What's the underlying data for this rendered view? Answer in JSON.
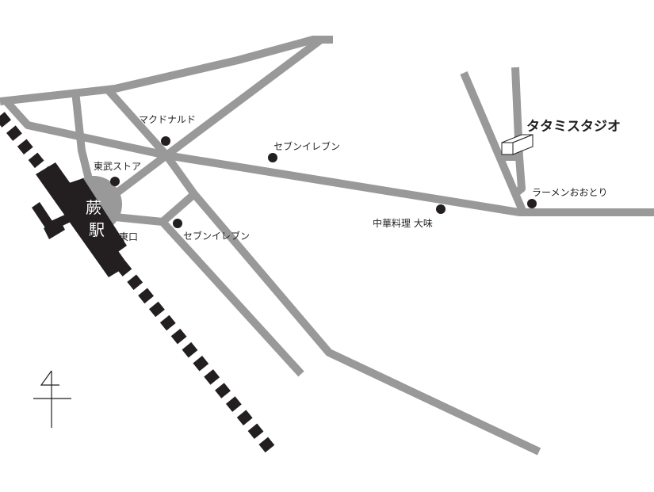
{
  "colors": {
    "road": "#999999",
    "rail": "#231f20",
    "station": "#231f20",
    "plaza": "#999999",
    "marker": "#231f20"
  },
  "station": {
    "char1": "蕨",
    "char2": "駅",
    "exit": "東口"
  },
  "destination": "タタミスタジオ",
  "landmarks": [
    {
      "name": "マクドナルド",
      "icon": "dot-marker"
    },
    {
      "name": "東武ストア",
      "icon": "dot-marker"
    },
    {
      "name": "セブンイレブン",
      "icon": "dot-marker"
    },
    {
      "name": "セブンイレブン",
      "icon": "dot-marker"
    },
    {
      "name": "中華料理 大味",
      "icon": "dot-marker"
    },
    {
      "name": "ラーメンおおとり",
      "icon": "dot-marker"
    }
  ],
  "north_icon": "north-arrow-icon"
}
